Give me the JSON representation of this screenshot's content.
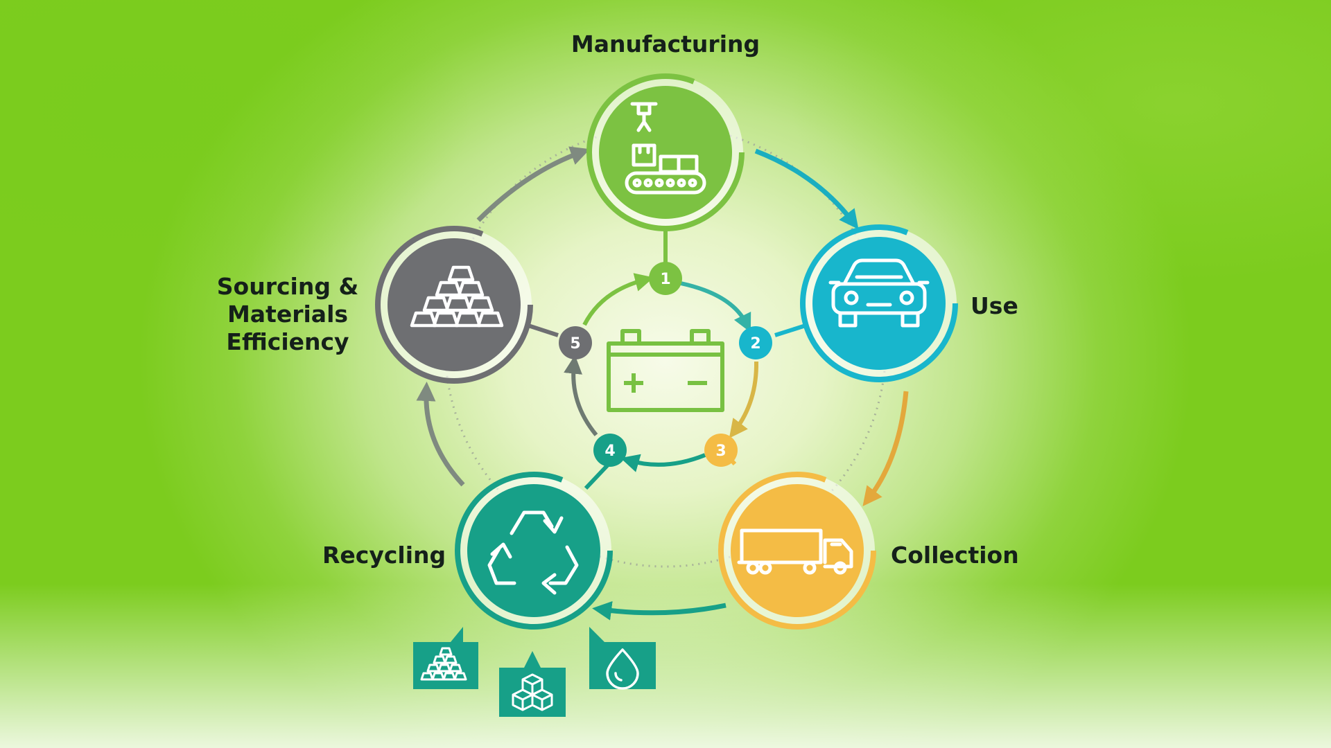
{
  "stages": {
    "manufacturing": {
      "label": "Manufacturing",
      "number": "1",
      "color": "#7cc242",
      "icon": "conveyor-robot-icon"
    },
    "use": {
      "label": "Use",
      "number": "2",
      "color": "#18b6cc",
      "icon": "car-icon"
    },
    "collection": {
      "label": "Collection",
      "number": "3",
      "color": "#f4bc45",
      "icon": "truck-icon"
    },
    "recycling": {
      "label": "Recycling",
      "number": "4",
      "color": "#17a088",
      "icon": "recycle-icon"
    },
    "sourcing": {
      "label_lines": [
        "Sourcing &",
        "Materials",
        "Efficiency"
      ],
      "number": "5",
      "color": "#6e6f72",
      "icon": "metal-ingots-icon"
    }
  },
  "center": {
    "icon": "battery-icon",
    "color": "#78c142"
  },
  "recovered_materials": [
    {
      "icon": "ingots-icon",
      "color": "#17a088"
    },
    {
      "icon": "cubes-icon",
      "color": "#17a088"
    },
    {
      "icon": "droplet-icon",
      "color": "#17a088"
    }
  ]
}
